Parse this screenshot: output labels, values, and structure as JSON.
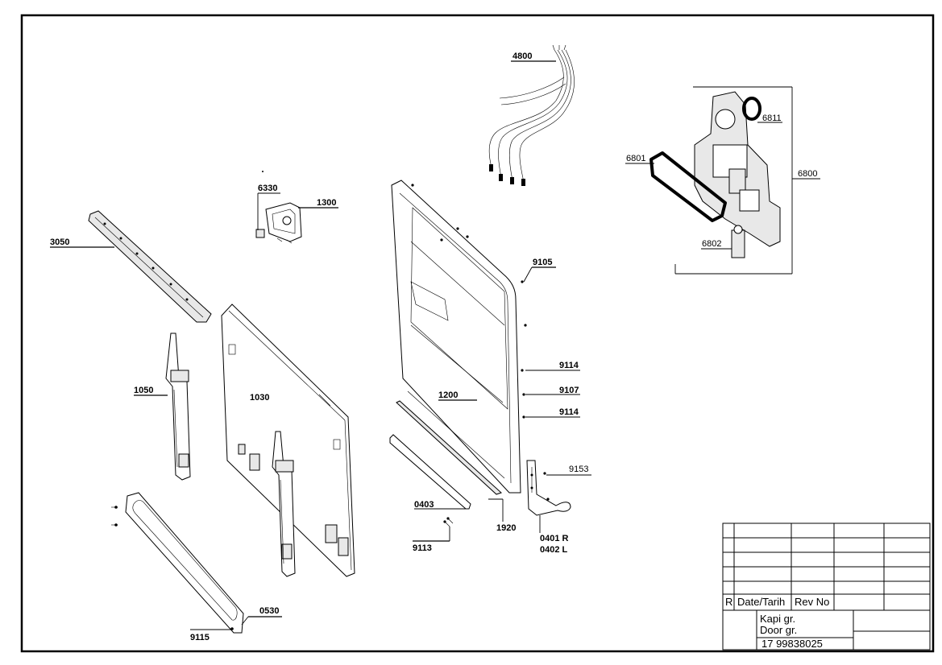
{
  "callouts": {
    "c4800": "4800",
    "c6811": "6811",
    "c6801": "6801",
    "c6800": "6800",
    "c6802": "6802",
    "c6330": "6330",
    "c1300": "1300",
    "c3050": "3050",
    "c9105": "9105",
    "c9114a": "9114",
    "c9107": "9107",
    "c9114b": "9114",
    "c1200": "1200",
    "c1050": "1050",
    "c1030": "1030",
    "c9153": "9153",
    "c0403": "0403",
    "c1920": "1920",
    "c0401": "0401 R",
    "c0402": "0402 L",
    "c9113": "9113",
    "c0530": "0530",
    "c9115": "9115"
  },
  "title_block": {
    "revision_label": "R",
    "date_label": "Date/Tarih",
    "rev_no_label": "Rev No",
    "title_tr": "Kapi gr.",
    "title_en": "Door gr.",
    "part_number": "17 99838025"
  }
}
